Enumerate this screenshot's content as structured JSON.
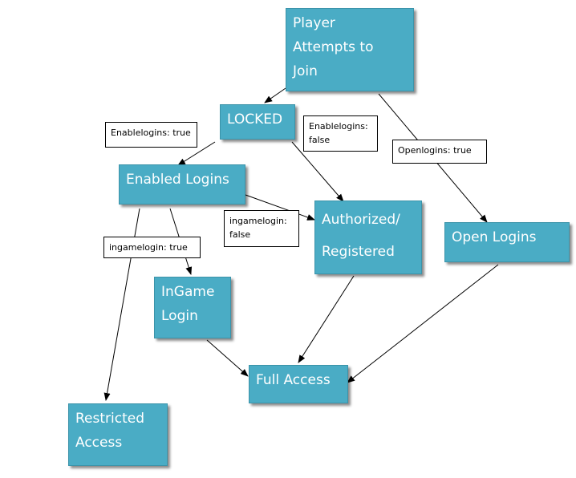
{
  "nodes": {
    "player": "Player\nAttempts to\nJoin",
    "locked": "LOCKED",
    "enabled": "Enabled Logins",
    "authorized": "Authorized/\nRegistered",
    "open": "Open Logins",
    "ingame": "InGame\nLogin",
    "full": "Full Access",
    "restricted": "Restricted\nAccess"
  },
  "labels": {
    "enablelogins_true": "Enablelogins: true",
    "enablelogins_false": "Enablelogins:\nfalse",
    "openlogins_true": "Openlogins: true",
    "ingamelogin_false": "ingamelogin:\nfalse",
    "ingamelogin_true": "ingamelogin: true"
  },
  "colors": {
    "node_fill": "#4aacc5",
    "node_text": "#ffffff",
    "edge": "#000000"
  }
}
